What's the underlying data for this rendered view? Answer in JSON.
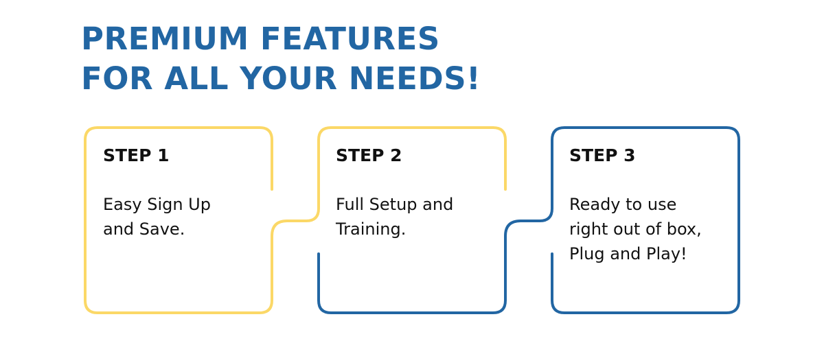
{
  "headline": {
    "line1": "PREMIUM FEATURES",
    "line2": "FOR ALL YOUR NEEDS!"
  },
  "colors": {
    "heading": "#2266a3",
    "yellow": "#fbd867",
    "blue": "#2266a3",
    "text": "#111111"
  },
  "steps": [
    {
      "title": "STEP 1",
      "lines": [
        "Easy Sign Up",
        "and Save."
      ]
    },
    {
      "title": "STEP 2",
      "lines": [
        "Full Setup and",
        "Training."
      ]
    },
    {
      "title": "STEP 3",
      "lines": [
        "Ready to use",
        "right out of box,",
        "Plug and Play!"
      ]
    }
  ]
}
